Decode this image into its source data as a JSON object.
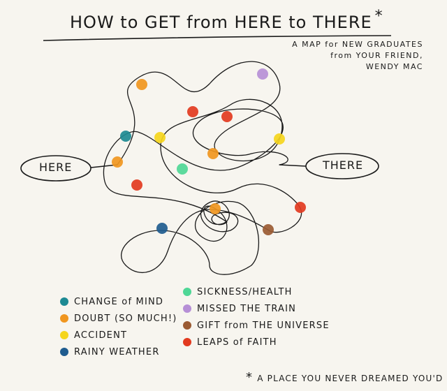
{
  "title": "HOW to GET from HERE to THERE",
  "title_asterisk": "*",
  "subtitle_lines": [
    "A MAP for NEW GRADUATES",
    "from YOUR FRIEND,",
    "WENDY MAC"
  ],
  "start_label": "HERE",
  "end_label": "THERE",
  "colors": {
    "change_of_mind": "#1d8a93",
    "doubt": "#f0961f",
    "accident": "#f5d51c",
    "rainy_weather": "#1f5c8f",
    "sickness_health": "#4fd796",
    "missed_the_train": "#b68fd6",
    "gift_from_the_universe": "#9a5a32",
    "leaps_of_faith": "#e23a1f"
  },
  "legend_left": [
    {
      "label": "CHANGE of MIND",
      "color": "#1d8a93"
    },
    {
      "label": "DOUBT (SO MUCH!)",
      "color": "#f0961f"
    },
    {
      "label": "ACCIDENT",
      "color": "#f5d51c"
    },
    {
      "label": "RAINY WEATHER",
      "color": "#1f5c8f"
    }
  ],
  "legend_right": [
    {
      "label": "SICKNESS/HEALTH",
      "color": "#4fd796"
    },
    {
      "label": "MISSED THE TRAIN",
      "color": "#b68fd6"
    },
    {
      "label": "GIFT from THE UNIVERSE",
      "color": "#9a5a32"
    },
    {
      "label": "LEAPS of FAITH",
      "color": "#e23a1f"
    }
  ],
  "footnote_asterisk": "*",
  "footnote": "A PLACE YOU NEVER DREAMED YOU'D BE"
}
